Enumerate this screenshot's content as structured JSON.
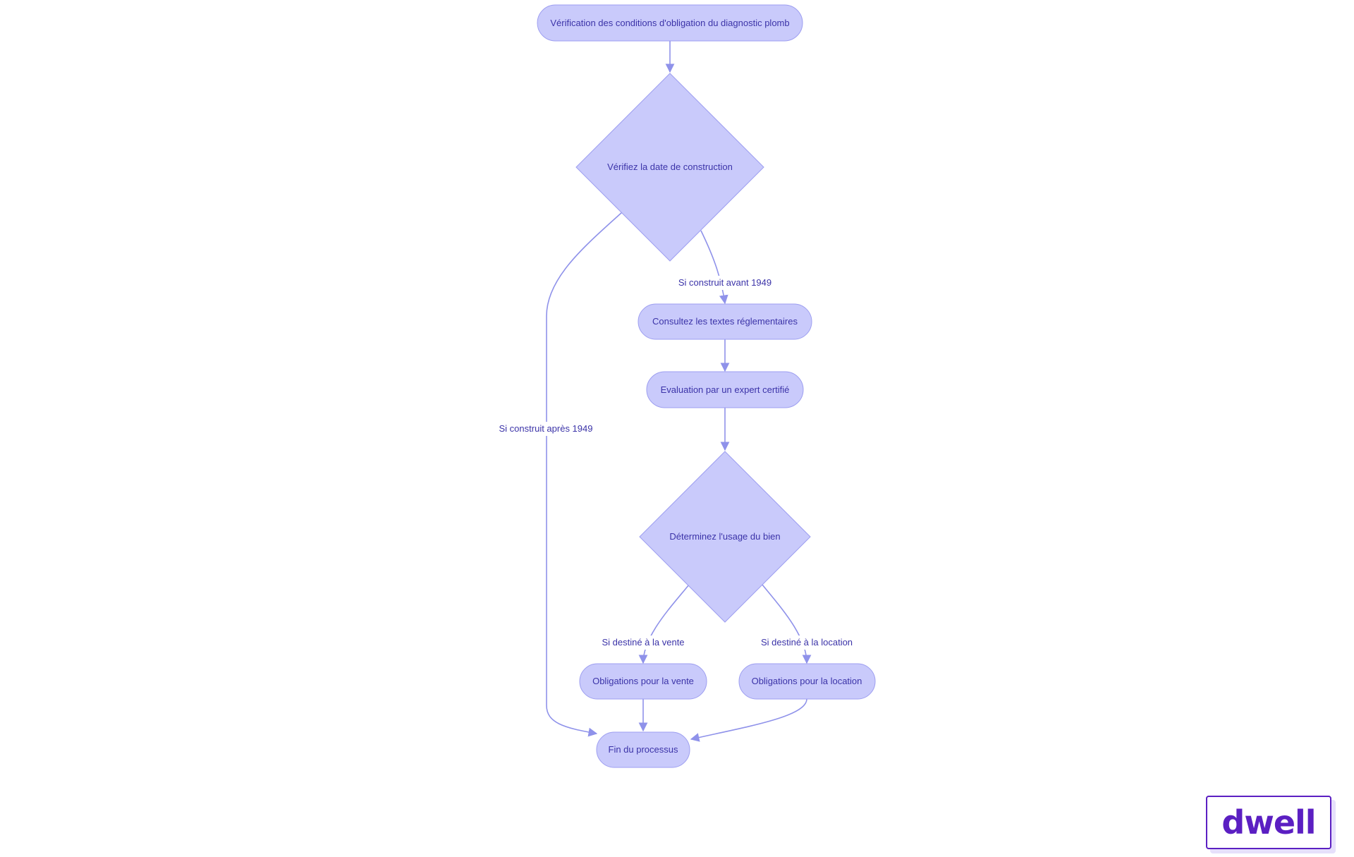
{
  "colors": {
    "node_fill": "#c9cafb",
    "node_stroke": "#9d9ef0",
    "edge": "#8f92ea",
    "text": "#3b33a8",
    "logo": "#5b1fc2"
  },
  "nodes": {
    "start": "Vérification des conditions d'obligation du diagnostic plomb",
    "check_date": "Vérifiez la date de construction",
    "consult": "Consultez les textes réglementaires",
    "evaluation": "Evaluation par un expert certifié",
    "usage": "Déterminez l'usage du bien",
    "sale": "Obligations pour la vente",
    "rental": "Obligations pour la location",
    "end": "Fin du processus"
  },
  "edges": {
    "before_1949": "Si construit avant 1949",
    "after_1949": "Si construit après 1949",
    "for_sale": "Si destiné à la vente",
    "for_rental": "Si destiné à la location"
  },
  "logo": {
    "text": "dwell"
  }
}
